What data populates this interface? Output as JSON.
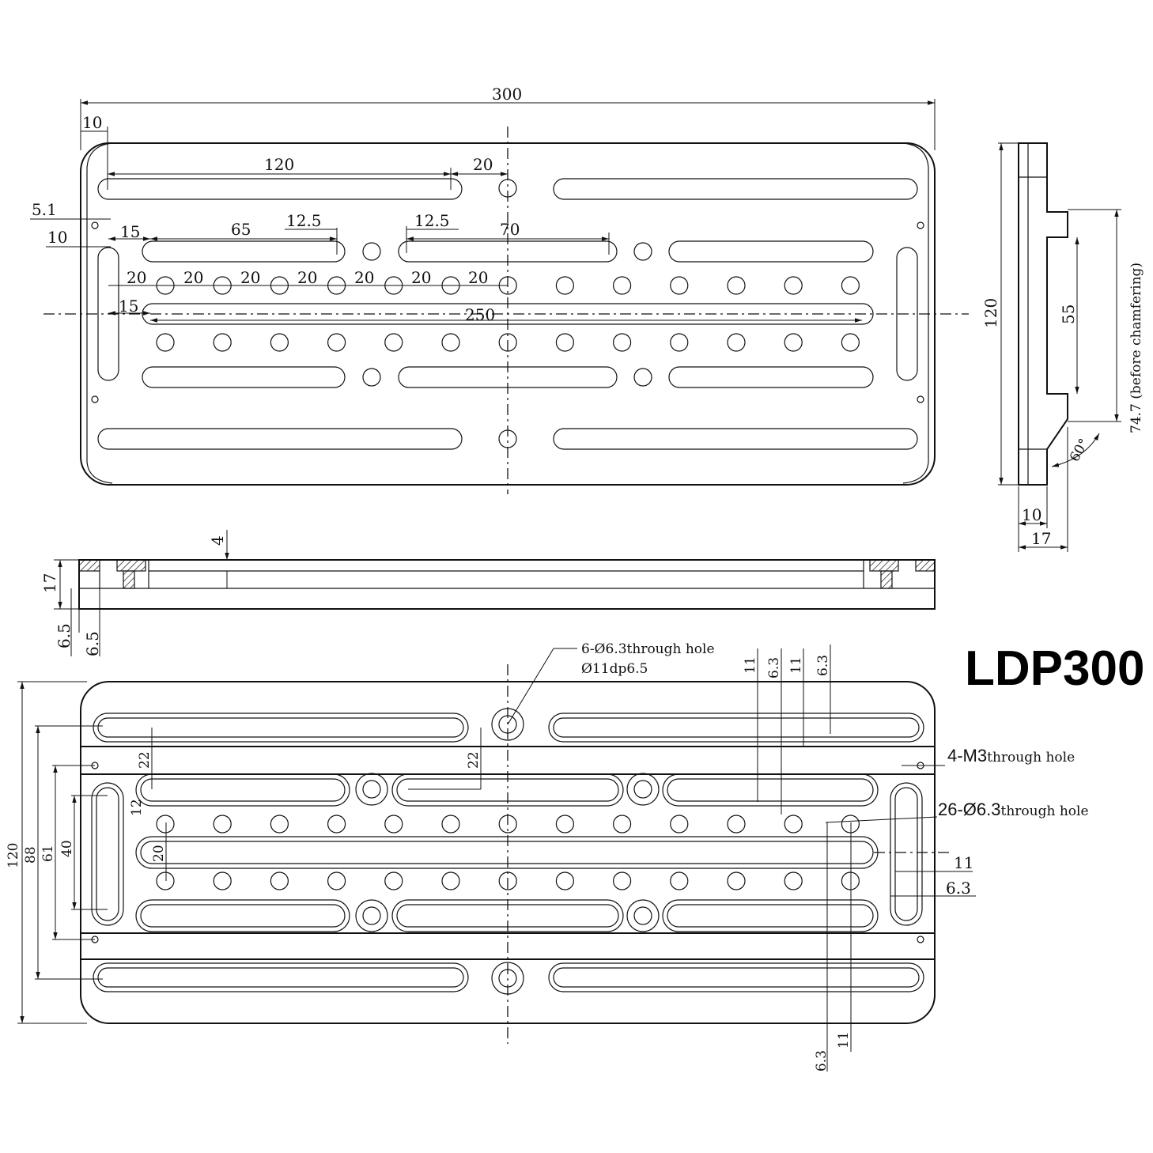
{
  "title": "LDP300",
  "views": {
    "top": {
      "overall_length": "300",
      "edge_offset": "10",
      "slot_length": "120",
      "slot_gap": "20",
      "small_hole_offset": "5.1",
      "slot_edge_offset": "10",
      "short_slot_offset": "15",
      "short_slot_length": "65",
      "spacing_a": "12.5",
      "spacing_b": "12.5",
      "mid_slot_length": "70",
      "hole_pitch": [
        "20",
        "20",
        "20",
        "20",
        "20",
        "20",
        "20"
      ],
      "long_slot_offset": "15",
      "long_slot_length": "250"
    },
    "side": {
      "height": "120",
      "dovetail_width": "55",
      "chamfer_note": "74.7 (before chamfering)",
      "angle": "60°",
      "thickness_a": "10",
      "thickness_b": "17"
    },
    "section": {
      "recess_depth": "4",
      "total_thickness": "17",
      "step_a": "6.5",
      "step_b": "6.5"
    },
    "bottom": {
      "counterbore_note_line1": "6-Ø6.3through hole",
      "counterbore_note_line2": "Ø11dp6.5",
      "dim_11_a": "11",
      "dim_63_a": "6.3",
      "dim_11_b": "11",
      "dim_63_b": "6.3",
      "m3_note_prefix": "4-M3",
      "m3_note_suffix": "through hole",
      "hole_note_prefix": "26-Ø6.3",
      "hole_note_suffix": "through hole",
      "dim_22_left": "22",
      "dim_22_mid": "22",
      "dim_12": "12",
      "dim_20": "20",
      "height_120": "120",
      "height_88": "88",
      "height_61": "61",
      "height_40": "40",
      "dim_11_right": "11",
      "dim_63_right": "6.3",
      "dim_63_bottom": "6.3",
      "dim_11_bottom": "11"
    }
  }
}
